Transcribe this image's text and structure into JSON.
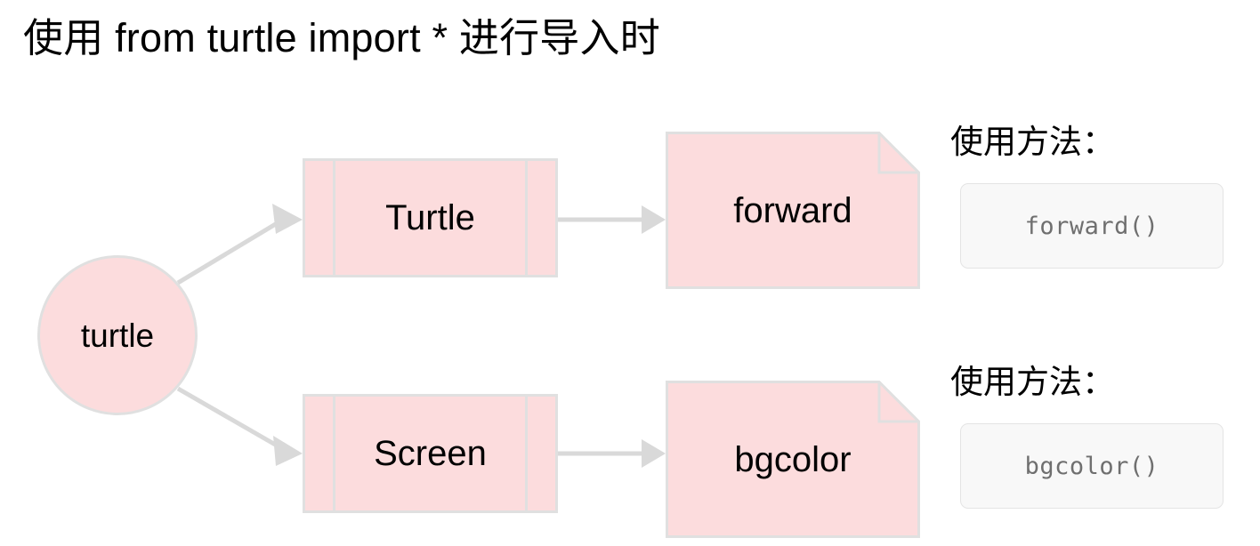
{
  "page": {
    "title": "使用 from turtle import * 进行导入时",
    "background_color": "#ffffff"
  },
  "palette": {
    "node_fill": "#fcdcdd",
    "node_stroke": "#e0e0e0",
    "connector": "#d9d9d9",
    "code_chip_bg": "#f8f8f8",
    "code_chip_border": "#e4e4e4",
    "code_text": "#6f6f6f",
    "text": "#000000"
  },
  "diagram": {
    "type": "flow-diagram",
    "root": {
      "label": "turtle",
      "shape": "circle"
    },
    "branches": [
      {
        "module": {
          "label": "Turtle",
          "shape": "module"
        },
        "method": {
          "label": "forward",
          "shape": "document"
        },
        "annotation": {
          "title": "使用方法：",
          "code": "forward()"
        }
      },
      {
        "module": {
          "label": "Screen",
          "shape": "module"
        },
        "method": {
          "label": "bgcolor",
          "shape": "document"
        },
        "annotation": {
          "title": "使用方法：",
          "code": "bgcolor()"
        }
      }
    ]
  }
}
